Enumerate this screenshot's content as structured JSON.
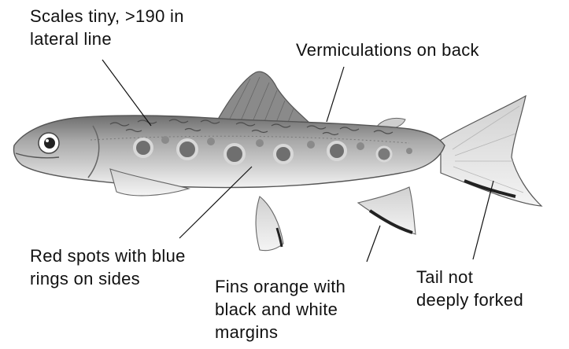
{
  "title": "",
  "labels": {
    "scales": "Scales tiny, >190 in\nlateral line",
    "vermiculations": "Vermiculations on back",
    "red_spots": "Red spots with blue\nrings on sides",
    "fins": "Fins orange with\nblack and white\nmargins",
    "tail": "Tail not\ndeeply forked"
  },
  "colors": {
    "outline": "#555555",
    "body_shade": "#9a9a9a",
    "belly": "#eeeeee",
    "spot": "#6f6f6f",
    "fin_dark": "#222222"
  }
}
